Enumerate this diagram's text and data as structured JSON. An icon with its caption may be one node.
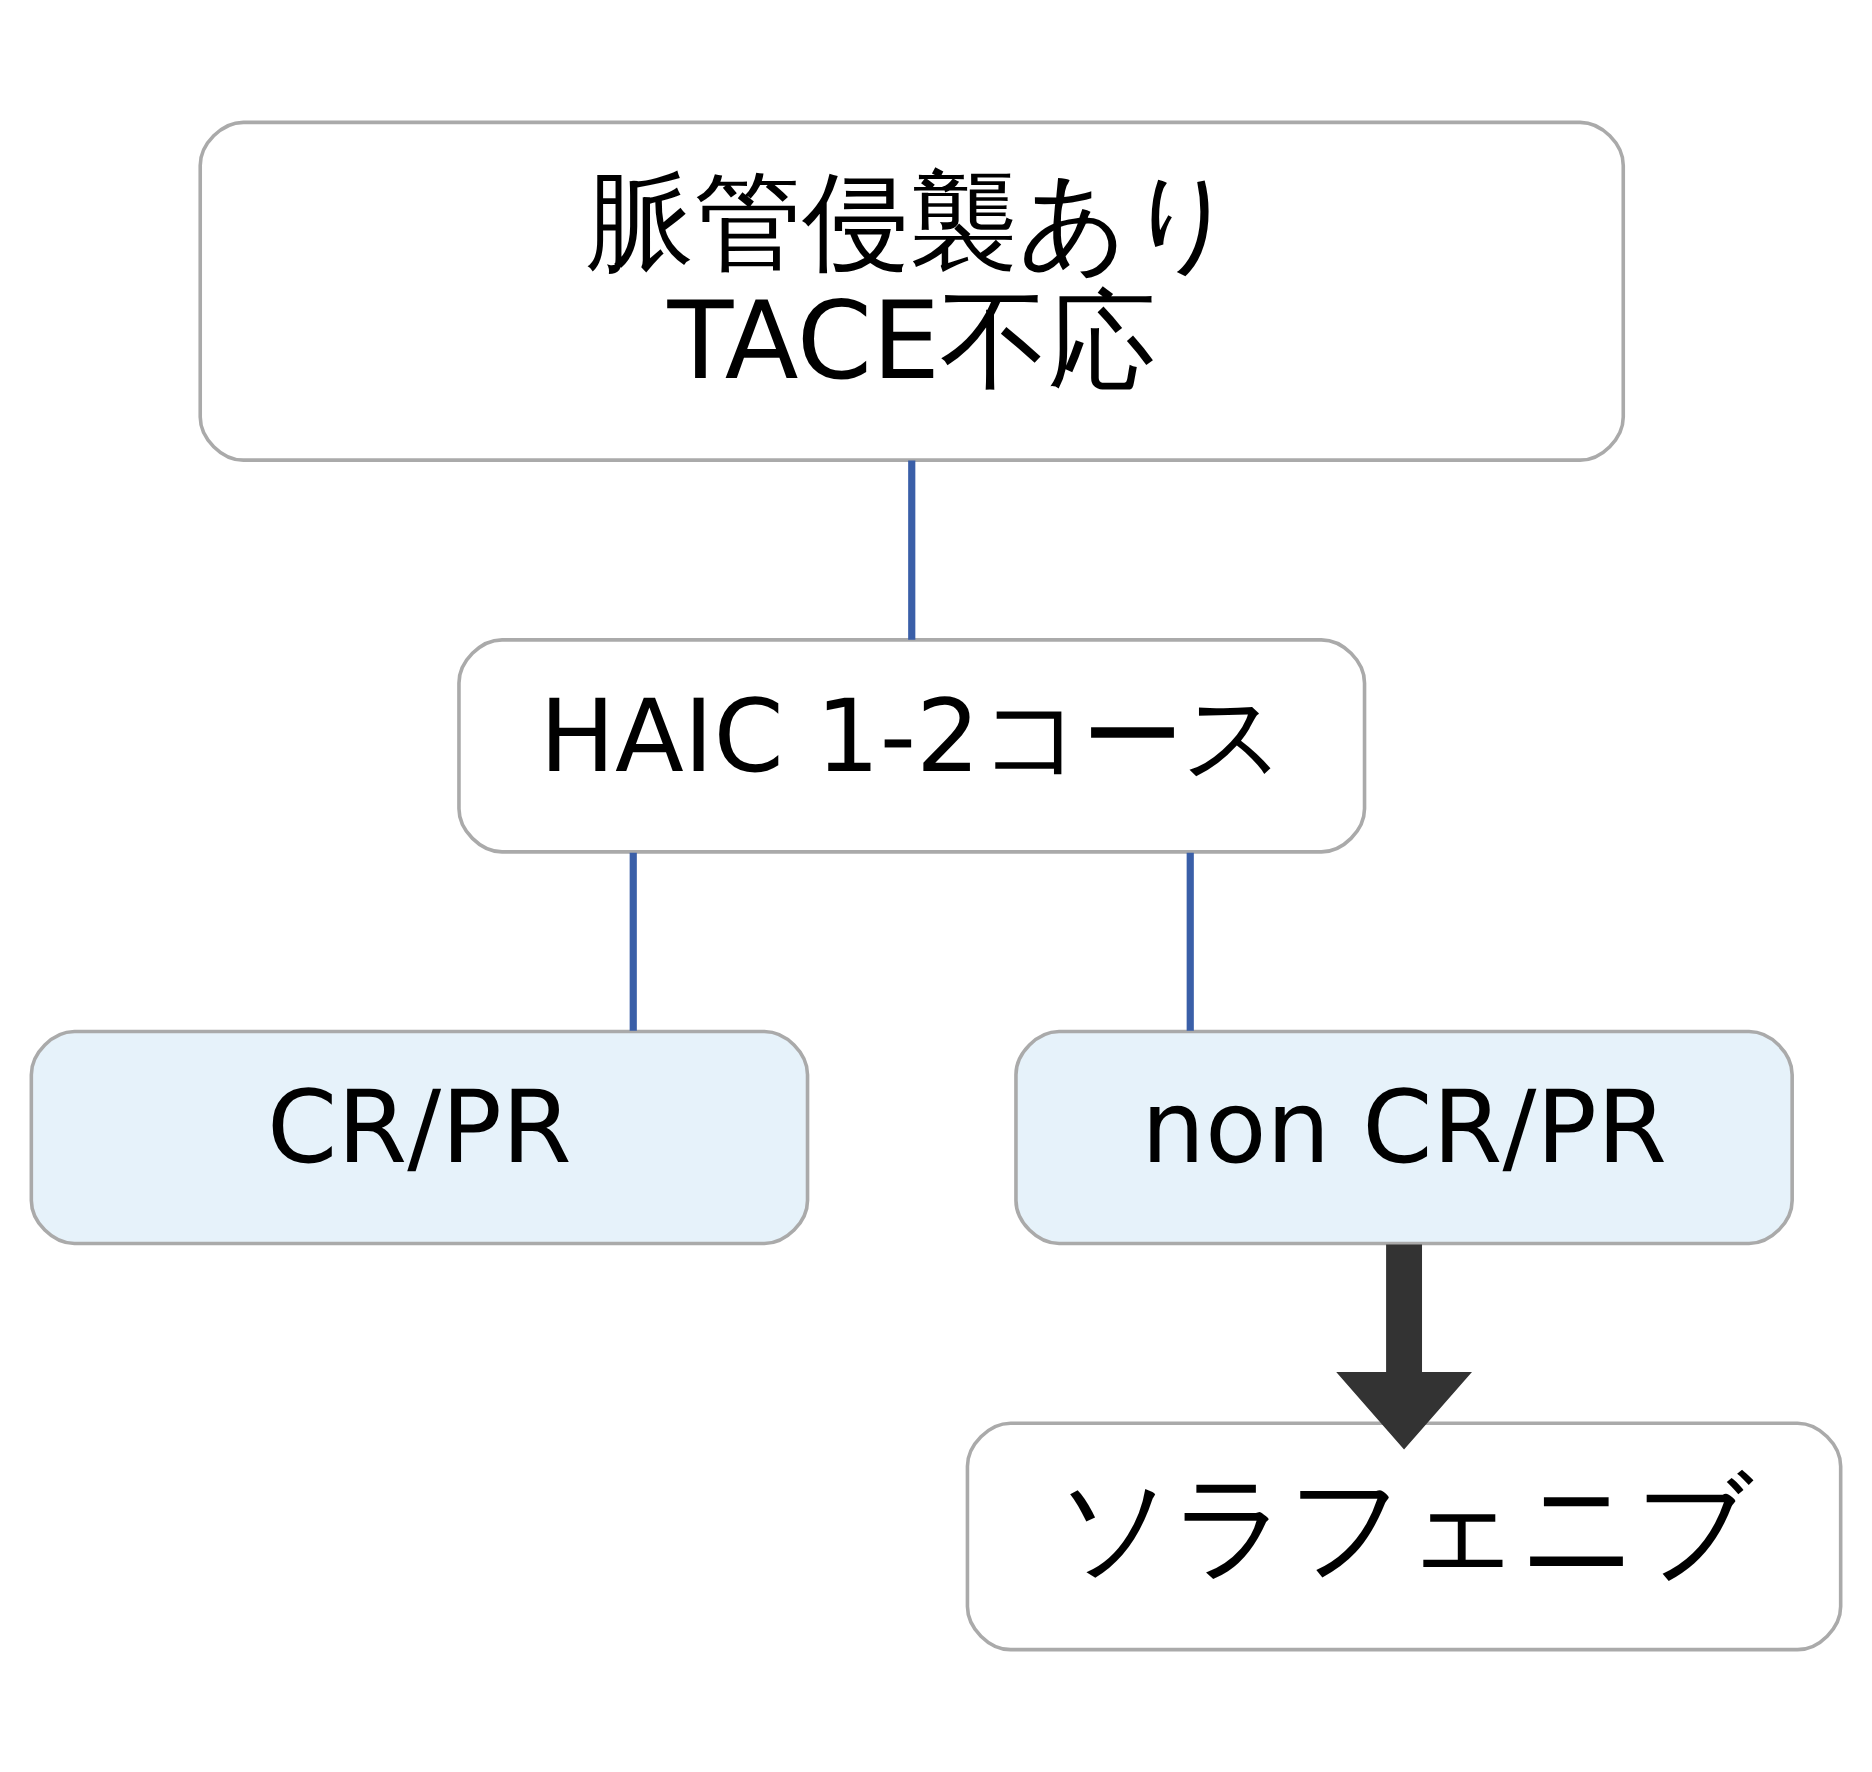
{
  "diagram": {
    "nodes": [
      {
        "text": [
          "脈管侵襲あり",
          "TACE不応"
        ]
      },
      {
        "text": [
          "HAIC 1-2コース"
        ]
      },
      {
        "text": [
          "CR/PR"
        ]
      },
      {
        "text": [
          "non CR/PR"
        ]
      },
      {
        "text": [
          "ソラフェニブ"
        ]
      }
    ],
    "edges": [
      {
        "from": 0,
        "to": 1,
        "arrow": "none"
      },
      {
        "from": 1,
        "to": 2,
        "arrow": "none"
      },
      {
        "from": 1,
        "to": 3,
        "arrow": "none"
      },
      {
        "from": 3,
        "to": 4,
        "arrow": "to",
        "style": "thick",
        "color": "#333333"
      }
    ]
  }
}
